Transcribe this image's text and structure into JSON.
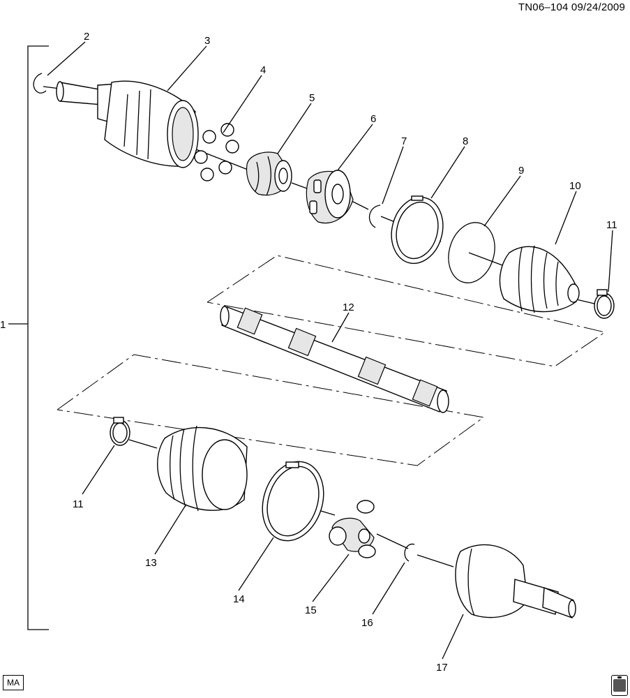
{
  "header": {
    "doc_id": "TN06–104  09/24/2009"
  },
  "footer": {
    "badge": "MA"
  },
  "callouts": {
    "c1": "1",
    "c2": "2",
    "c3": "3",
    "c4": "4",
    "c5": "5",
    "c6": "6",
    "c7": "7",
    "c8": "8",
    "c9": "9",
    "c10": "10",
    "c11a": "11",
    "c11b": "11",
    "c12": "12",
    "c13": "13",
    "c14": "14",
    "c15": "15",
    "c16": "16",
    "c17": "17"
  },
  "icons": {
    "logo": "gm-spo-logo-icon"
  }
}
